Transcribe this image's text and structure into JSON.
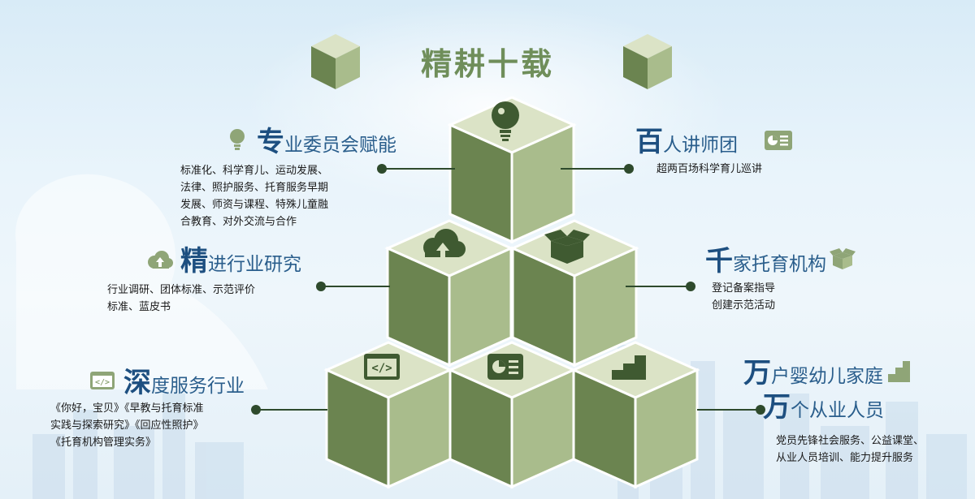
{
  "title": "精耕十载",
  "colors": {
    "cube_dark": "#6b8450",
    "cube_light": "#a9bc8c",
    "cube_top": "#dbe3c6",
    "heading_blue": "#1d4f80",
    "title_green": "#6f8e5a"
  },
  "items": {
    "zhuanye": {
      "big": "专",
      "rest": "业委员会赋能",
      "icon": "lightbulb-icon",
      "lines": [
        "标准化、科学育儿、运动发展、",
        "法律、照护服务、托育服务早期",
        "发展、师资与课程、特殊儿童融",
        "合教育、对外交流与合作"
      ]
    },
    "jingjin": {
      "big": "精",
      "rest": "进行业研究",
      "icon": "cloud-upload-icon",
      "lines": [
        "行业调研、团体标准、示范评价",
        "标准、蓝皮书"
      ]
    },
    "shendu": {
      "big": "深",
      "rest": "度服务行业",
      "icon": "code-window-icon",
      "lines": [
        "《你好，宝贝》《早教与托育标准",
        "实践与探索研究》《回应性照护》",
        "《托育机构管理实务》"
      ]
    },
    "bairen": {
      "big": "百",
      "rest": "人讲师团",
      "icon": "presentation-icon",
      "lines": [
        "超两百场科学育儿巡讲"
      ]
    },
    "qianjia": {
      "big": "千",
      "rest": "家托育机构",
      "icon": "open-box-icon",
      "lines": [
        "登记备案指导",
        "创建示范活动"
      ]
    },
    "wanhu": {
      "big1": "万",
      "rest1": "户婴幼儿家庭",
      "big2": "万",
      "rest2": "个从业人员",
      "icon": "stairs-icon",
      "lines": [
        "党员先锋社会服务、公益课堂、",
        "从业人员培训、能力提升服务"
      ]
    }
  }
}
